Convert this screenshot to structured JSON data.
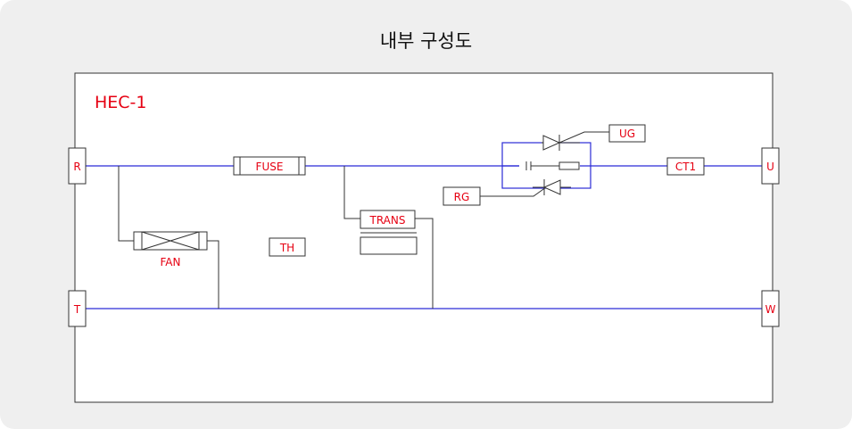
{
  "title": "내부 구성도",
  "colors": {
    "background": "#efefef",
    "panel": "#ffffff",
    "outline": "#333333",
    "wire": "#2b2bd6",
    "label": "#e60012"
  },
  "diagram": {
    "device": "HEC-1",
    "terminals": {
      "r": "R",
      "t": "T",
      "u": "U",
      "w": "W"
    },
    "components": {
      "fuse": "FUSE",
      "fan": "FAN",
      "th": "TH",
      "trans": "TRANS",
      "ug": "UG",
      "rg": "RG",
      "ct1": "CT1"
    }
  }
}
